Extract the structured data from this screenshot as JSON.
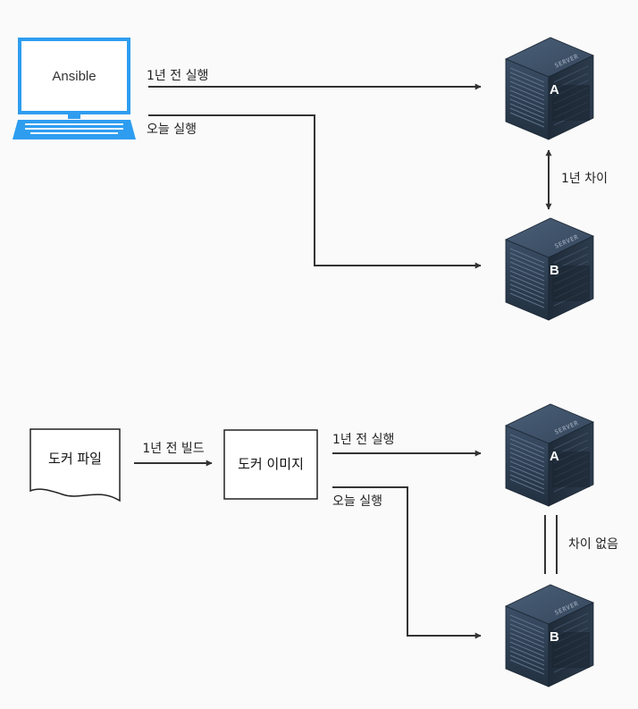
{
  "top": {
    "laptop": {
      "label": "Ansible",
      "icon": "laptop-icon"
    },
    "arrow_past": {
      "label": "1년 전 실행"
    },
    "arrow_today": {
      "label": "오늘 실행"
    },
    "server_a": {
      "brand": "SERVER",
      "letter": "A",
      "icon": "server-icon"
    },
    "server_b": {
      "brand": "SERVER",
      "letter": "B",
      "icon": "server-icon"
    },
    "difference": {
      "label": "1년 차이"
    }
  },
  "bottom": {
    "dockerfile": {
      "label": "도커 파일",
      "icon": "document-icon"
    },
    "build_arrow": {
      "label": "1년 전 빌드"
    },
    "docker_image": {
      "label": "도커 이미지"
    },
    "arrow_past": {
      "label": "1년 전 실행"
    },
    "arrow_today": {
      "label": "오늘 실행"
    },
    "server_a": {
      "brand": "SERVER",
      "letter": "A",
      "icon": "server-icon"
    },
    "server_b": {
      "brand": "SERVER",
      "letter": "B",
      "icon": "server-icon"
    },
    "difference": {
      "label": "차이 없음"
    }
  },
  "colors": {
    "laptop_frame": "#2e9df0",
    "server_body": "#2d3e52",
    "line": "#333333",
    "background": "#fafafa"
  }
}
